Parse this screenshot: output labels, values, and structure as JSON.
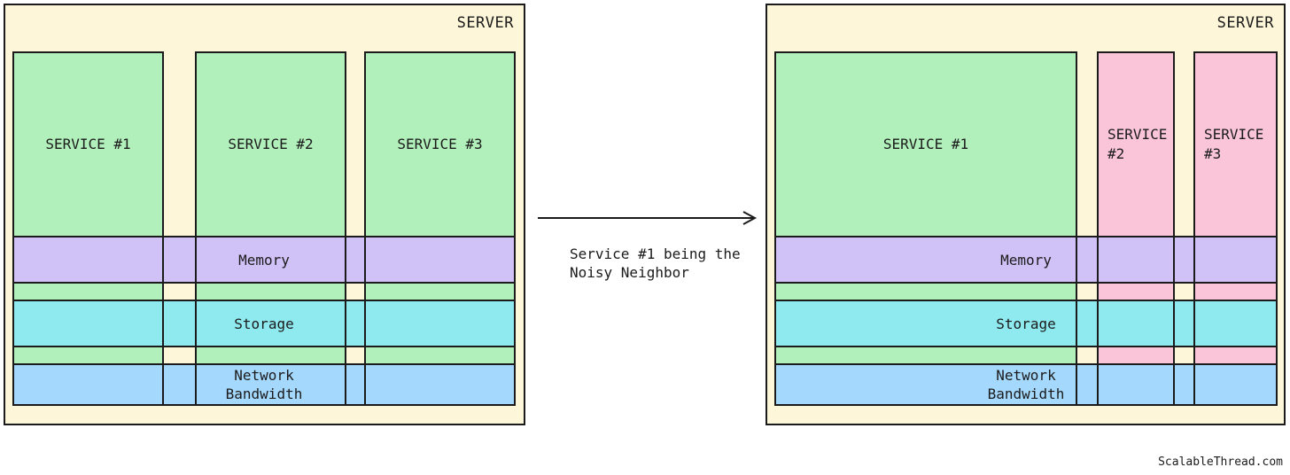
{
  "colors": {
    "canvas-bg": "#ffffff",
    "server-bg": "#fdf6d8",
    "green": "#b2f0bb",
    "pink": "#fac5d8",
    "memory": "#d0c1f7",
    "storage": "#8feaf0",
    "network": "#a5d8fd",
    "ink": "#1b1b1b"
  },
  "servers": [
    {
      "title": "SERVER",
      "services": [
        {
          "label": "SERVICE #1"
        },
        {
          "label": "SERVICE #2"
        },
        {
          "label": "SERVICE #3"
        }
      ]
    },
    {
      "title": "SERVER",
      "services": [
        {
          "label": "SERVICE #1"
        },
        {
          "label": "SERVICE #2"
        },
        {
          "label": "SERVICE #3"
        }
      ]
    }
  ],
  "bands": [
    {
      "label": "Memory"
    },
    {
      "label": "Storage"
    },
    {
      "label": "Network\nBandwidth"
    }
  ],
  "arrow": {
    "caption": "Service #1 being the\nNoisy Neighbor"
  },
  "watermark": "ScalableThread.com"
}
